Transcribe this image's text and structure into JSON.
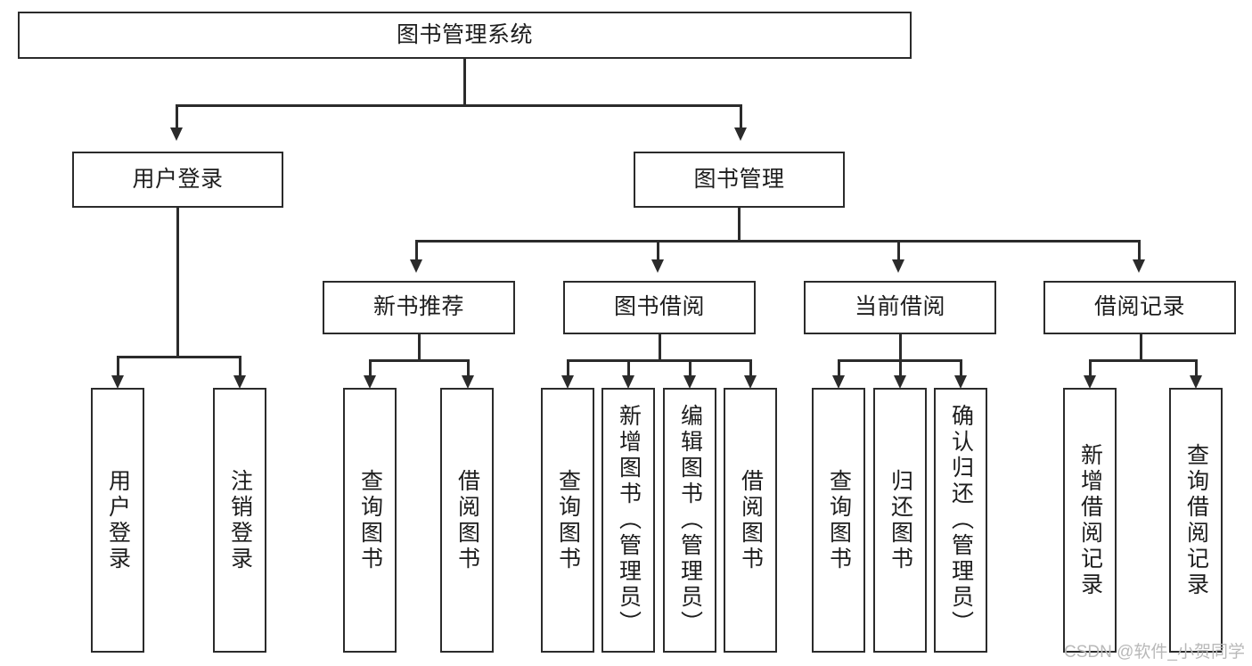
{
  "diagram": {
    "title": "图书管理系统",
    "type": "tree-hierarchy-diagram",
    "root": {
      "label": "图书管理系统"
    },
    "level1": [
      {
        "label": "用户登录"
      },
      {
        "label": "图书管理"
      }
    ],
    "level2": [
      {
        "label": "新书推荐"
      },
      {
        "label": "图书借阅"
      },
      {
        "label": "当前借阅"
      },
      {
        "label": "借阅记录"
      }
    ],
    "leaves": [
      {
        "label": "用户登录"
      },
      {
        "label": "注销登录"
      },
      {
        "label": "查询图书"
      },
      {
        "label": "借阅图书"
      },
      {
        "label": "查询图书"
      },
      {
        "label": "新增图书（管理员）"
      },
      {
        "label": "编辑图书（管理员）"
      },
      {
        "label": "借阅图书"
      },
      {
        "label": "查询图书"
      },
      {
        "label": "归还图书"
      },
      {
        "label": "确认归还（管理员）"
      },
      {
        "label": "新增借阅记录"
      },
      {
        "label": "查询借阅记录"
      }
    ],
    "watermark": "CSDN @软件_小贺同学",
    "colors": {
      "stroke": "#2b2b2b",
      "fill": "#ffffff",
      "text": "#1d1d1d",
      "watermark": "#b9b9b9"
    }
  }
}
